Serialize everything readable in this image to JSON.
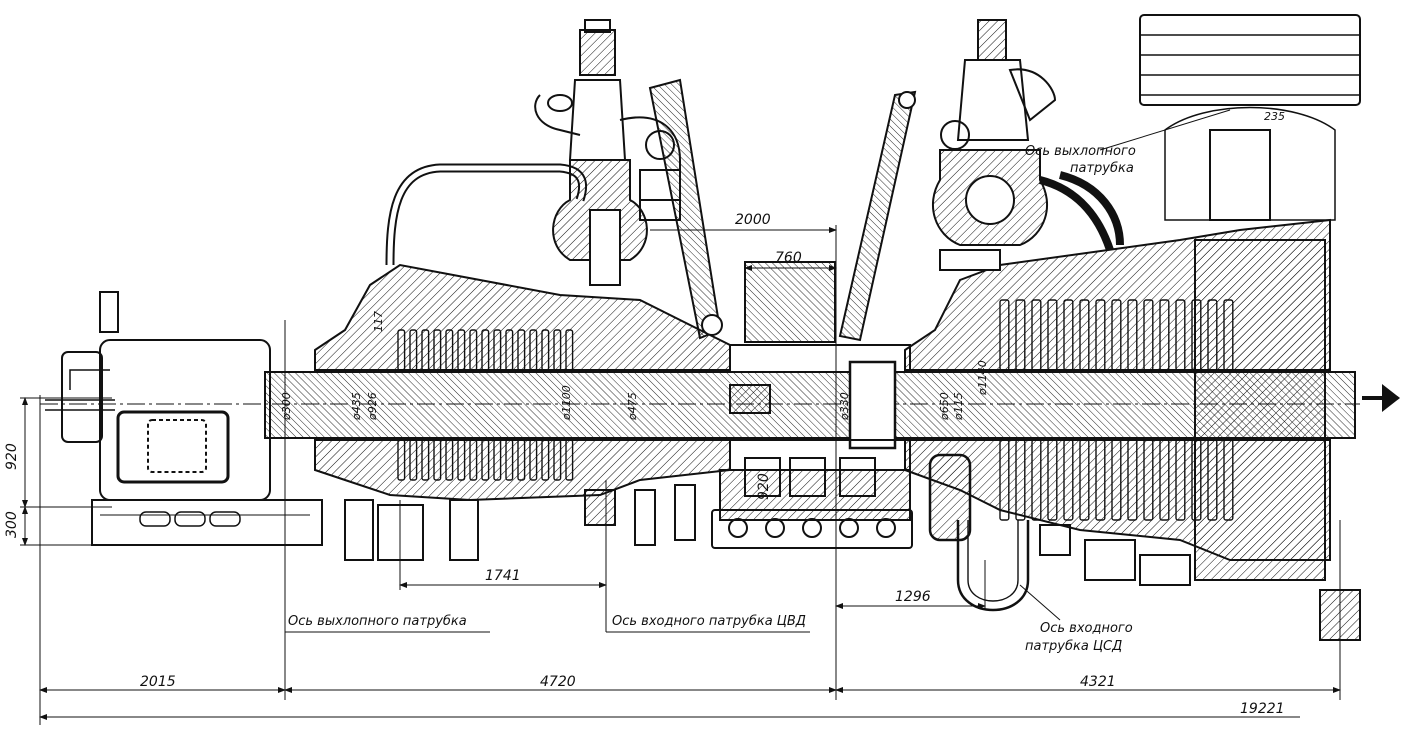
{
  "dimensions": {
    "d2000": "2000",
    "d760": "760",
    "d1741": "1741",
    "d1296": "1296",
    "d2015": "2015",
    "d4720": "4720",
    "d4321": "4321",
    "d19221": "19221",
    "d920_left": "920",
    "d300_left": "300",
    "d920_mid": "920",
    "d117": "117",
    "d235": "235"
  },
  "diameters": {
    "d300": "ø300",
    "d435": "ø435",
    "d926": "ø926",
    "d1100": "ø1100",
    "d475": "ø475",
    "d330": "ø330",
    "d650": "ø650",
    "d115": "ø115",
    "d1140": "ø1140"
  },
  "labels": {
    "exhaust_axis_bottom": "Ось выхлопного патрубка",
    "inlet_hpc_axis": "Ось входного патрубка ЦВД",
    "exhaust_axis_top_1": "Ось выхлопного",
    "exhaust_axis_top_2": "патрубка",
    "inlet_ipc_axis_1": "Ось входного",
    "inlet_ipc_axis_2": "патрубка ЦСД"
  },
  "icons": {
    "flow_arrow": "arrow-right-icon"
  },
  "colors": {
    "ink": "#111111",
    "paper": "#ffffff"
  }
}
